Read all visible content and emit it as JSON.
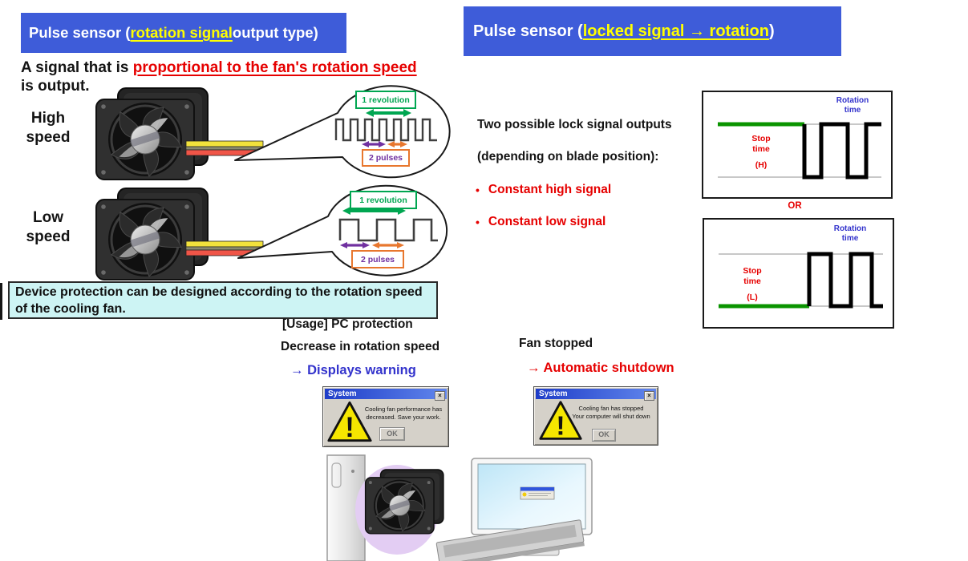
{
  "colors": {
    "banner_blue": "#3E5CD9",
    "highlight_yellow": "#FFFF00",
    "red": "#E60000",
    "link_blue": "#3333CC",
    "green": "#00A651",
    "signal_green": "#0A9400",
    "purple": "#7030A0",
    "orange": "#E8772E",
    "note_bg": "#CDF4F4",
    "wave_gray": "#3F3F3F"
  },
  "banner_left": {
    "pre": "Pulse sensor (",
    "link": "rotation signal",
    "post": " output type)"
  },
  "banner_right": {
    "pre": "Pulse sensor (",
    "link": "locked signal → rotation",
    "post": ")"
  },
  "intro": {
    "pre": "A signal that is ",
    "em": "proportional to the fan's rotation speed",
    "post": "is output."
  },
  "high_speed": {
    "label1": "High",
    "label2": "speed",
    "revolution": "1 revolution",
    "pulses": "2 pulses"
  },
  "low_speed": {
    "label1": "Low",
    "label2": "speed",
    "revolution": "1 revolution",
    "pulses": "2 pulses"
  },
  "note": "Device protection can be designed according to the rotation speed of the cooling fan.",
  "usage_title": "[Usage] PC protection",
  "warning_flow": {
    "cause": "Decrease in rotation speed",
    "effect": "→ Displays warning"
  },
  "shutdown_flow": {
    "cause": "Fan stopped",
    "effect": "→ Automatic shutdown"
  },
  "lock_info": {
    "line1": "Two possible lock signal outputs",
    "line2": "(depending on blade position):",
    "bullet": "•",
    "item1": "Constant high signal",
    "item2": "Constant low signal"
  },
  "scope_high": {
    "rotation1": "Rotation",
    "rotation2": "time",
    "stop1": "Stop",
    "stop2": "time",
    "level": "(H)"
  },
  "scope_low": {
    "rotation1": "Rotation",
    "rotation2": "time",
    "stop1": "Stop",
    "stop2": "time",
    "level": "(L)"
  },
  "or_label": "OR",
  "dialog_warning": {
    "title": "System",
    "close_glyph": "×",
    "line1": "Cooling fan performance has",
    "line2": "decreased. Save your work.",
    "ok": "OK",
    "alert_glyph": "!"
  },
  "dialog_shutdown": {
    "title": "System",
    "close_glyph": "×",
    "line1": "Cooling fan has stopped",
    "line2": "Your computer will shut down",
    "ok": "OK",
    "alert_glyph": "!"
  }
}
